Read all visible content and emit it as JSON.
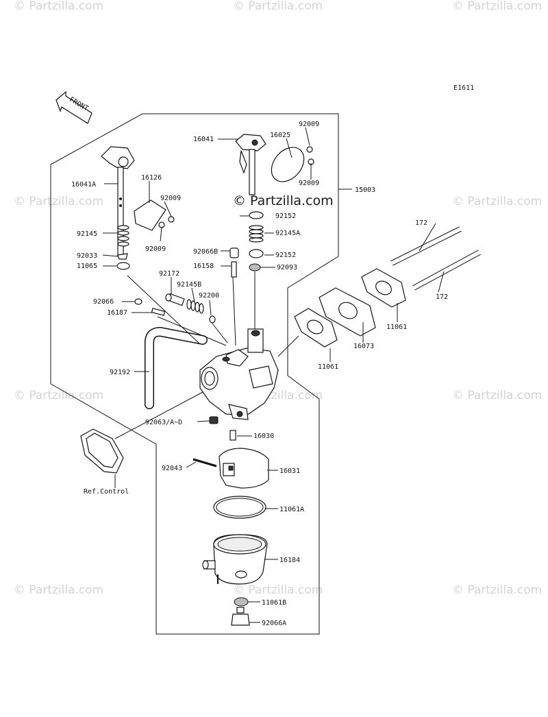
{
  "figure_code": "E1611",
  "front_label": "FRONT",
  "watermark": "© Partzilla.com",
  "watermark_main": "© Partzilla.com",
  "labels": {
    "p16041": "16041",
    "p16025": "16025",
    "p92009_a": "92009",
    "p92009_b": "92009",
    "p15003": "15003",
    "p16041A": "16041A",
    "p16126": "16126",
    "p92009_c": "92009",
    "p92009_d": "92009",
    "p92145": "92145",
    "p92033": "92033",
    "p11065": "11065",
    "p92152_a": "92152",
    "p92145A": "92145A",
    "p92066B": "92066B",
    "p92152_b": "92152",
    "p16158": "16158",
    "p92093": "92093",
    "p92172": "92172",
    "p92145B": "92145B",
    "p92200": "92200",
    "p92066": "92066",
    "p16187": "16187",
    "p172_a": "172",
    "p172_b": "172",
    "p11061_a": "11061",
    "p16073": "16073",
    "p11061_b": "11061",
    "p92192": "92192",
    "p92063": "92063/A~D",
    "p16030": "16030",
    "p92043": "92043",
    "p16031": "16031",
    "p11061A": "11061A",
    "p16184": "16184",
    "p11061B": "11061B",
    "p92066A": "92066A",
    "ref_control": "Ref.Control"
  }
}
